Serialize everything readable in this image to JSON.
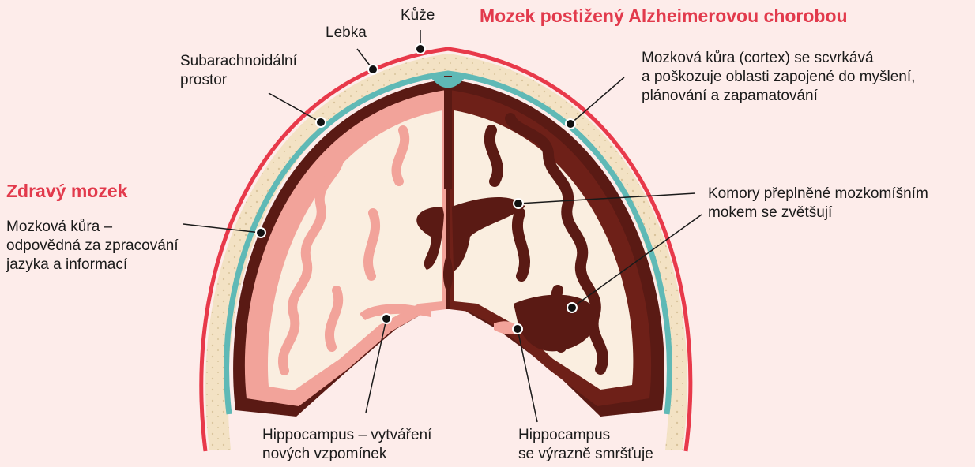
{
  "colors": {
    "background": "#fdecea",
    "skin": "#e8394a",
    "skull": "#f3e2c4",
    "subarachnoid": "#5fb9b6",
    "dura": "#5a1a14",
    "cortex_healthy": "#f2a39a",
    "white_matter": "#faeee0",
    "accent_text": "#e23a4c"
  },
  "titles": {
    "alzheimer_title": "Mozek postižený Alzheimerovou chorobou",
    "healthy_title": "Zdravý mozek"
  },
  "labels": {
    "skin": "Kůže",
    "skull": "Lebka",
    "subarachnoid": [
      "Subarachnoidální",
      "prostor"
    ],
    "cortex_healthy": [
      "Mozková kůra –",
      "odpovědná za zpracování",
      "jazyka a informací"
    ],
    "cortex_shrinks": [
      "Mozková kůra (cortex) se scvrkává",
      "a poškozuje oblasti zapojené do myšlení,",
      "plánování a zapamatování"
    ],
    "ventricles": [
      "Komory přeplněné mozkomíšním",
      "mokem se zvětšují"
    ],
    "hippocampus_healthy": [
      "Hippocampus – vytváření",
      "nových vzpomínek"
    ],
    "hippocampus_shrinks": [
      "Hippocampus",
      "se výrazně smršťuje"
    ]
  }
}
